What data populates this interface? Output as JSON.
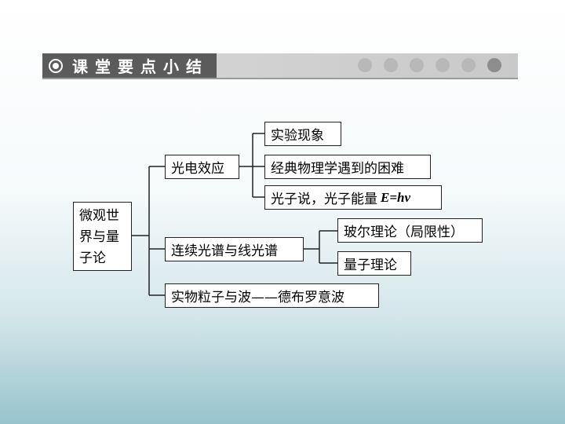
{
  "header": {
    "icon": "target-icon",
    "title": "课堂要点小结",
    "dots": [
      "light",
      "light",
      "light",
      "light",
      "light",
      "dark"
    ]
  },
  "diagram": {
    "root": "微观世界与量子论",
    "branch_photoelectric": {
      "label": "光电效应",
      "children": [
        "实验现象",
        "经典物理学遇到的困难",
        "光子说，光子能量"
      ],
      "formula": "E=hν"
    },
    "branch_spectrum": {
      "label": "连续光谱与线光谱",
      "children": [
        "玻尔理论（局限性）",
        "量子理论"
      ]
    },
    "branch_wave": {
      "label": "实物粒子与波——德布罗意波"
    }
  }
}
